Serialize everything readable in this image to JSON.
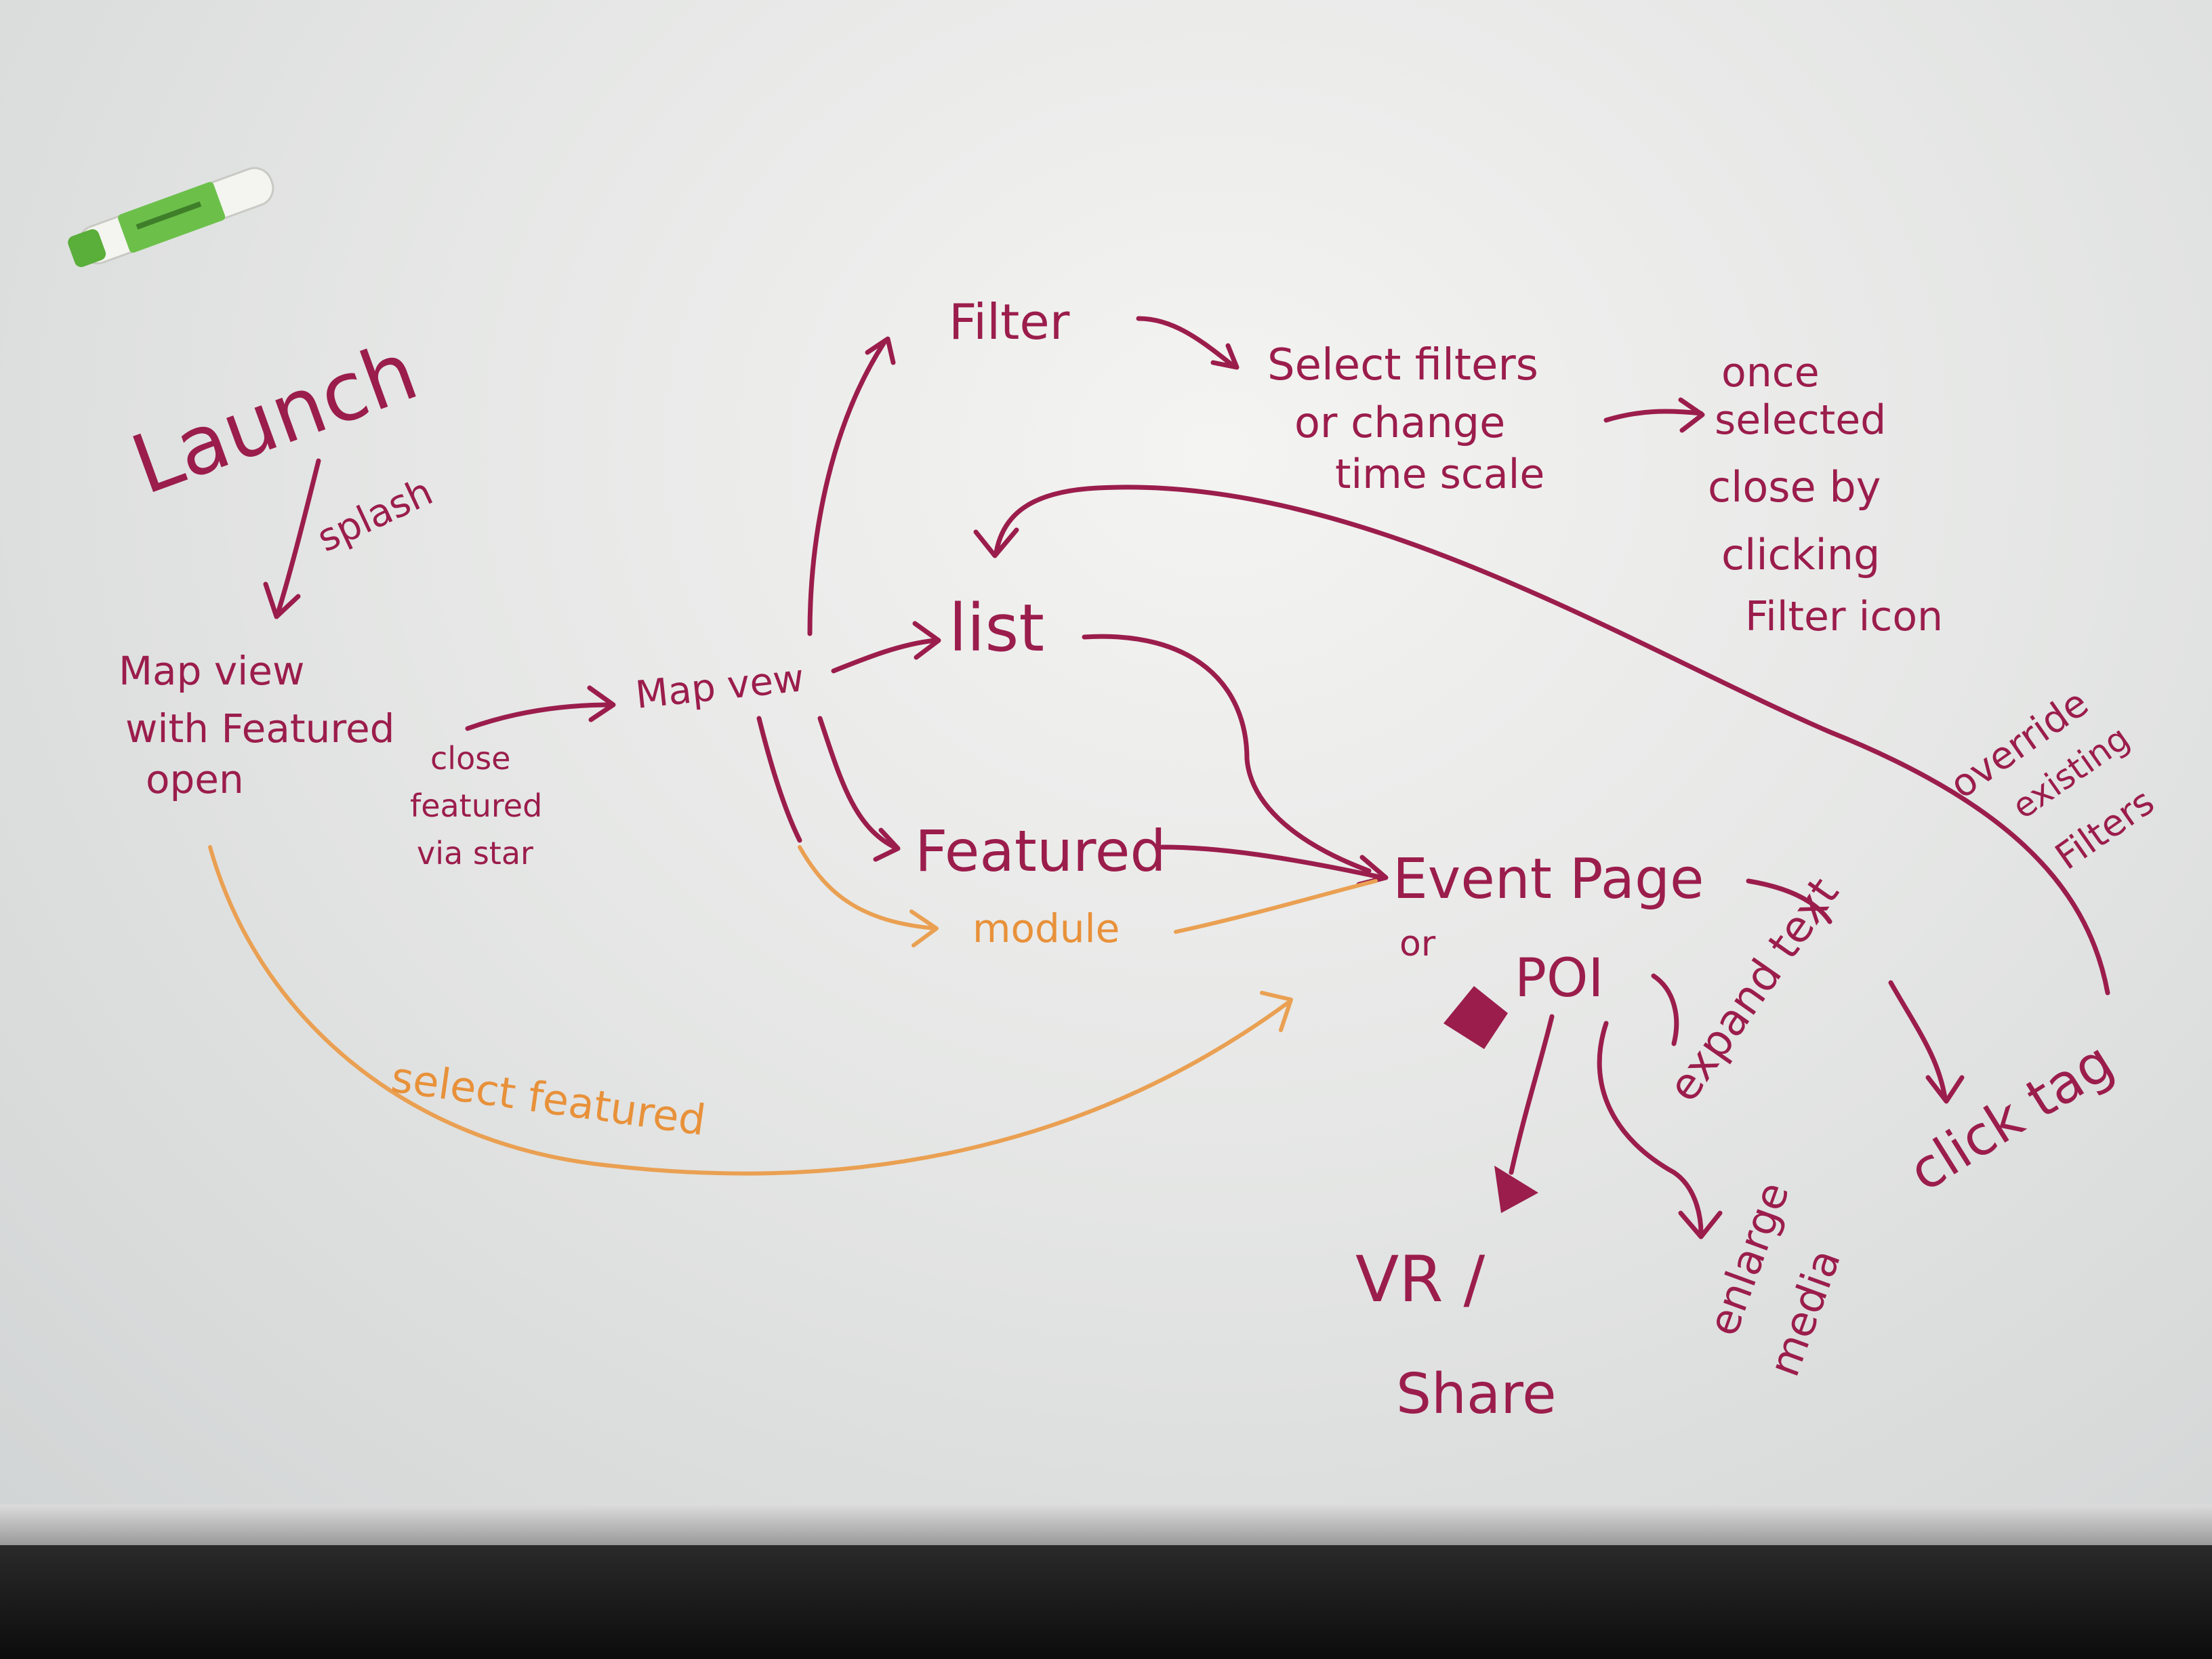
{
  "colors": {
    "marker_magenta": "#9b1d4c",
    "marker_orange": "#e8913a",
    "marker_green": "#6cc04a",
    "board": "#e6e7e6"
  },
  "icons": [
    "marker-pen-icon",
    "diamond-shape-icon",
    "triangle-shape-icon"
  ],
  "nodes": {
    "launch": "Launch",
    "splash": "splash",
    "map_view_featured": [
      "Map view",
      "with Featured",
      "open"
    ],
    "close_featured": [
      "close",
      "featured",
      "via star"
    ],
    "map_view": "Map vew",
    "filter": "Filter",
    "select_filters": [
      "Select filters",
      "or change",
      "time scale"
    ],
    "once_selected": [
      "once",
      "selected",
      "close by",
      "clicking",
      "Filter icon"
    ],
    "list": "list",
    "featured": "Featured",
    "module": "module",
    "event_page": "Event Page",
    "or": "or",
    "poi": "POI",
    "expand_text": "expand text",
    "click_tag": "click tag",
    "override": [
      "override",
      "existing",
      "Filters"
    ],
    "enlarge_media": [
      "enlarge",
      "media"
    ],
    "vr": "VR /",
    "share": "Share",
    "select_featured": "select featured"
  }
}
